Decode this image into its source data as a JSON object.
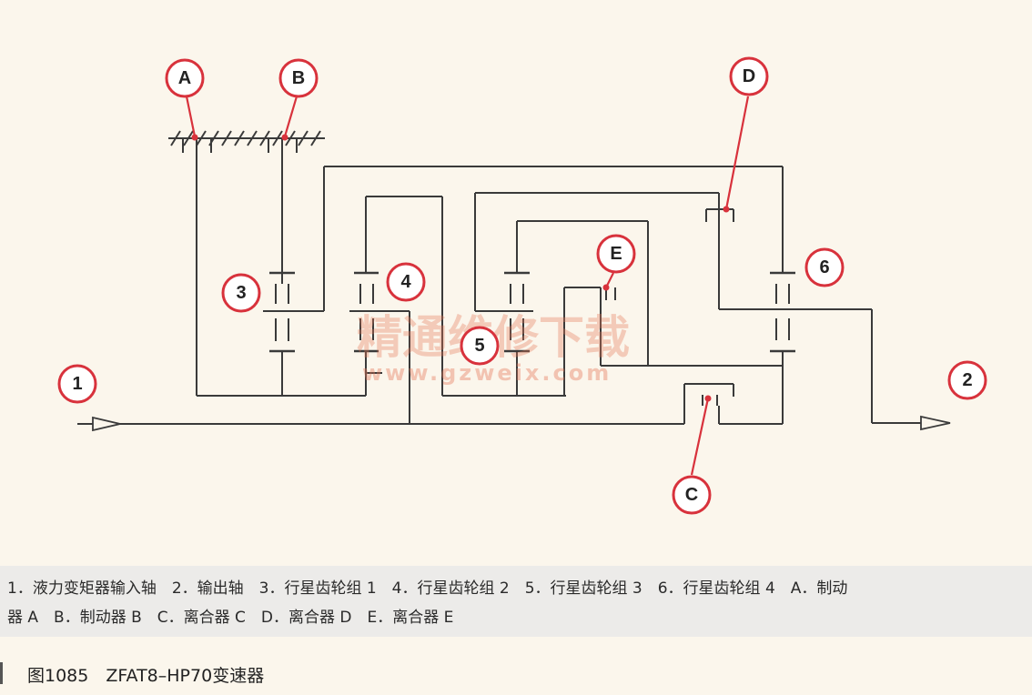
{
  "diagram": {
    "markers": {
      "num1": "1",
      "num2": "2",
      "num3": "3",
      "num4": "4",
      "num5": "5",
      "num6": "6",
      "A": "A",
      "B": "B",
      "C": "C",
      "D": "D",
      "E": "E"
    },
    "watermark": {
      "cn": "精通维修下载",
      "url": "www.gzweix.com"
    },
    "colors": {
      "accent": "#d8323c",
      "line": "#3a3a3a",
      "background": "#fbf6ec",
      "legend_band": "#ecebe9"
    }
  },
  "legend": {
    "line1": "1．液力变矩器输入轴　2．输出轴　3．行星齿轮组 1　4．行星齿轮组 2　5．行星齿轮组 3　6．行星齿轮组 4　A．制动",
    "line2": "器 A　B．制动器 B　C．离合器 C　D．离合器 D　E．离合器 E"
  },
  "caption": "图1085　ZFAT8–HP70变速器"
}
